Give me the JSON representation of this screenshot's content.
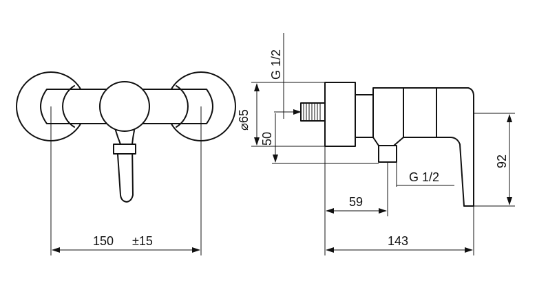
{
  "front_view": {
    "width_dim": "150",
    "tolerance": "±15"
  },
  "side_view": {
    "thread_top": "G 1/2",
    "thread_bottom": "G 1/2",
    "diameter": "⌀65",
    "height_50": "50",
    "height_92": "92",
    "depth_59": "59",
    "depth_143": "143"
  }
}
